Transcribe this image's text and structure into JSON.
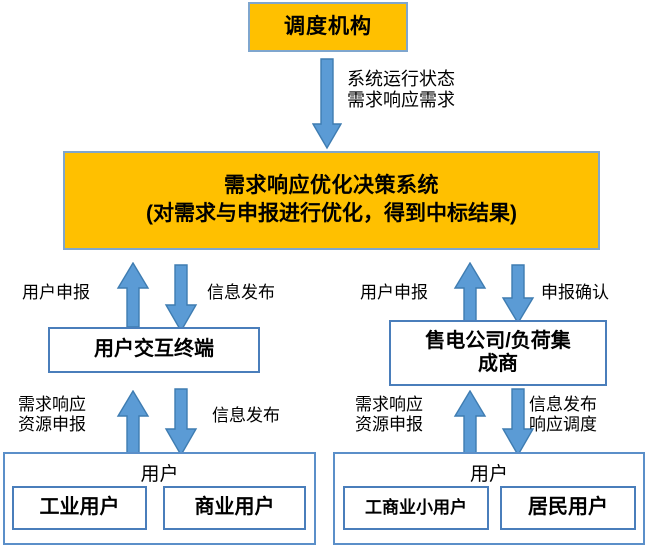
{
  "diagram": {
    "title_top": "调度机构",
    "decision": {
      "line1": "需求响应优化决策系统",
      "line2": "(对需求与申报进行优化，得到中标结果)"
    },
    "terminal": "用户交互终端",
    "retailer_line1": "售电公司/负荷集",
    "retailer_line2": "成商",
    "containers": {
      "left_title": "用户",
      "right_title": "用户"
    },
    "leaf_boxes": {
      "industrial": "工业用户",
      "commercial": "商业用户",
      "small_ci": "工商业小用户",
      "residential": "居民用户"
    },
    "labels": {
      "top_down": "系统运行状态\n需求响应需求",
      "left_up": "用户申报",
      "left_down": "信息发布",
      "right_up": "用户申报",
      "right_down": "申报确认",
      "left2_up": "需求响应\n资源申报",
      "left2_down": "信息发布",
      "right2_up": "需求响应\n资源申报",
      "right2_down": "信息发布\n响应调度"
    },
    "colors": {
      "box_fill_accent": "#FFC000",
      "box_border_accent": "#7FA6CE",
      "box_border_plain": "#4A7EBB",
      "arrow_fill": "#5B9BD5",
      "arrow_stroke": "#3E7CB1",
      "text": "#000000",
      "background": "#FFFFFF"
    }
  }
}
